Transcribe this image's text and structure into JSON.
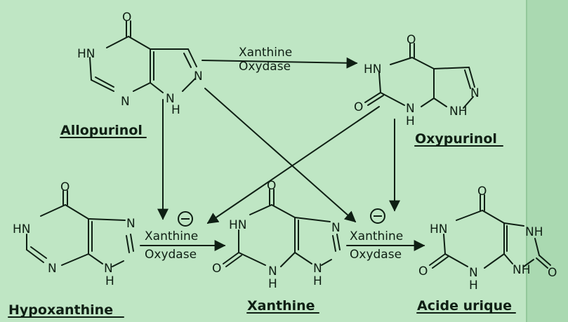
{
  "diagram": {
    "molecules": [
      {
        "id": "allopurinol",
        "label": "Allopurinol"
      },
      {
        "id": "oxypurinol",
        "label": "Oxypurinol"
      },
      {
        "id": "hypoxanthine",
        "label": "Hypoxanthine"
      },
      {
        "id": "xanthine",
        "label": "Xanthine"
      },
      {
        "id": "acide_urique",
        "label": "Acide urique"
      }
    ],
    "enzyme_top": {
      "line1": "Xanthine",
      "line2": "Oxydase"
    },
    "enzyme_left": {
      "line1": "Xanthine",
      "line2": "Oxydase"
    },
    "enzyme_right": {
      "line1": "Xanthine",
      "line2": "Oxydase"
    },
    "inhibition_sign": "⊖",
    "atoms": {
      "O": "O",
      "HN": "HN",
      "N": "N",
      "NH": "NH",
      "H": "H"
    }
  },
  "colors": {
    "background": "#bfe6c4",
    "ink": "#0f1f14",
    "ghost_text": "#9fcfa6"
  }
}
